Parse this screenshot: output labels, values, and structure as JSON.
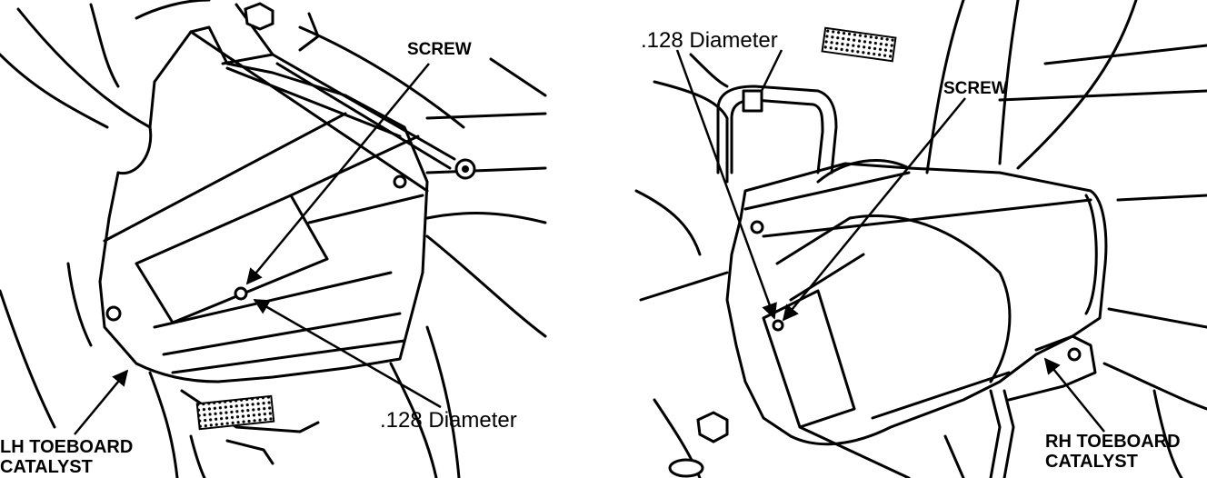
{
  "left_panel": {
    "screw_label": "SCREW",
    "diameter_label": ".128 Diameter",
    "catalyst_label_line1": "LH TOEBOARD",
    "catalyst_label_line2": "CATALYST"
  },
  "right_panel": {
    "screw_label": "SCREW",
    "diameter_label": ".128 Diameter",
    "catalyst_label_line1": "RH TOEBOARD",
    "catalyst_label_line2": "CATALYST"
  },
  "colors": {
    "ink": "#000000",
    "paper": "#ffffff"
  }
}
